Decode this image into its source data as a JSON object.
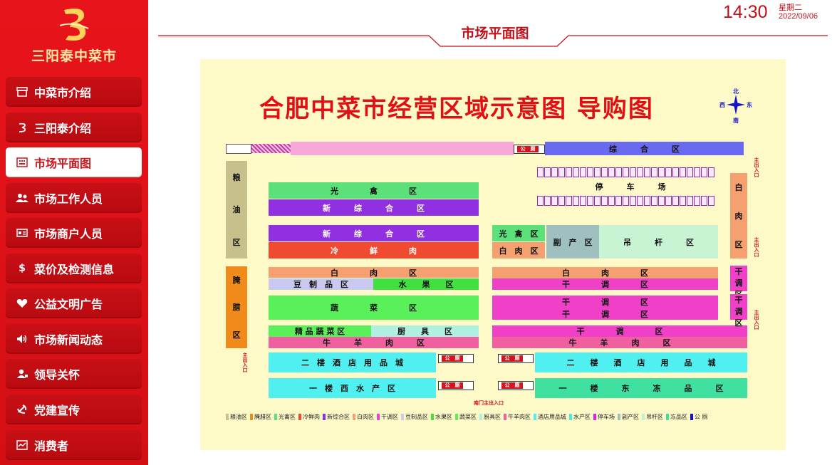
{
  "sidebar": {
    "brand": "三阳泰中菜市",
    "items": [
      {
        "label": "中菜市介绍",
        "icon": "shop-icon"
      },
      {
        "label": "三阳泰介绍",
        "icon": "logo-icon"
      },
      {
        "label": "市场平面图",
        "icon": "map-icon",
        "active": true
      },
      {
        "label": "市场工作人员",
        "icon": "staff-icon"
      },
      {
        "label": "市场商户人员",
        "icon": "merchant-icon"
      },
      {
        "label": "菜价及检测信息",
        "icon": "dollar-icon"
      },
      {
        "label": "公益文明广告",
        "icon": "heart-icon"
      },
      {
        "label": "市场新闻动态",
        "icon": "speaker-icon"
      },
      {
        "label": "领导关怀",
        "icon": "leader-icon"
      },
      {
        "label": "党建宣传",
        "icon": "party-icon"
      },
      {
        "label": "消费者",
        "icon": "consumer-icon"
      }
    ]
  },
  "header": {
    "time": "14:30",
    "weekday": "星期二",
    "date": "2022/09/06",
    "page_title": "市场平面图"
  },
  "map": {
    "title": "合肥中菜市经营区域示意图 导购图",
    "compass": {
      "n": "北",
      "e": "东",
      "s": "南",
      "w": "西"
    },
    "zones": {
      "top_zonghe": "综　　　合　　　区",
      "liangyou": [
        "粮",
        "油",
        "区"
      ],
      "layu": [
        "腌",
        "腊",
        "区"
      ],
      "baorou_right": [
        "白",
        "肉",
        "区"
      ],
      "gantiao_r1": [
        "干",
        "调",
        "区"
      ],
      "gantiao_r2": [
        "干",
        "调",
        "区"
      ],
      "guangqin1": "光　　　　禽　　　　区",
      "xinzonghe1": "新　　　综　　　合　　　区",
      "xinzonghe2": "新　　　综　　　合　　　区",
      "lengxianrou": "冷　　　　鲜　　　　肉",
      "baorou1": "白　　　　肉　　　　区",
      "douzhipin": "豆　制　品　区",
      "shuiguo": "水　　果　　区",
      "shucai": "蔬　　　　菜　　　　区",
      "jingpin": "精 品 蔬 菜 区",
      "chuju": "厨　　具　　区",
      "niuyangrou1": "牛　　　羊　　　肉　　　区",
      "guangqin2": "光　禽　区",
      "baorou2": "白　肉　区",
      "fuchanqu": "副　产　区",
      "diaoganqu": "吊　　　杆　　　区",
      "parking": "停　　　车　　　场",
      "baorou3": "白　　　　肉　　　　区",
      "gantiao1": "干　　　　调　　　　区",
      "gantiao2": "干　　　　调　　　　区",
      "gantiao3": "干　　　　调　　　　区",
      "gantiao4": "干　　　　调　　　　区",
      "niuyangrou2": "牛　　　羊　　　肉　　　区",
      "erlou": "二　楼　酒　店　用　品　城",
      "erlou_west": "二　　楼　　酒　　店　　用　　品　　城",
      "yilou_west": "一　楼　西　水　产　区",
      "yilou_east": "一　　　楼　　　东　　　冻　　　品　　　区"
    },
    "wc_label": "公　厕",
    "entrance_main": "主出入口",
    "entrance_south": "南门主出入口",
    "legend": [
      {
        "label": "粮油区",
        "color": "#c8c08a"
      },
      {
        "label": "腌腊区",
        "color": "#f08a1a"
      },
      {
        "label": "光禽区",
        "color": "#5ce07a"
      },
      {
        "label": "冷鲜肉",
        "color": "#f04a30"
      },
      {
        "label": "新综合区",
        "color": "#9030e0"
      },
      {
        "label": "白肉区",
        "color": "#f4a070"
      },
      {
        "label": "干调区",
        "color": "#f040c8"
      },
      {
        "label": "豆制品区",
        "color": "#c8c8f0"
      },
      {
        "label": "水果区",
        "color": "#40e040"
      },
      {
        "label": "蔬菜区",
        "color": "#5af05a"
      },
      {
        "label": "厨具区",
        "color": "#b0f0e0"
      },
      {
        "label": "牛羊肉区",
        "color": "#f060a0"
      },
      {
        "label": "酒店用品城",
        "color": "#50f0f0"
      },
      {
        "label": "水产区",
        "color": "#40f0e0"
      },
      {
        "label": "停车场",
        "color": "#e020e0"
      },
      {
        "label": "副产区",
        "color": "#a0c0c0"
      },
      {
        "label": "吊杆区",
        "color": "#c0f0d0"
      },
      {
        "label": "冻品区",
        "color": "#40e0a0"
      },
      {
        "label": "公 厕",
        "color": "#1010e0"
      }
    ]
  }
}
